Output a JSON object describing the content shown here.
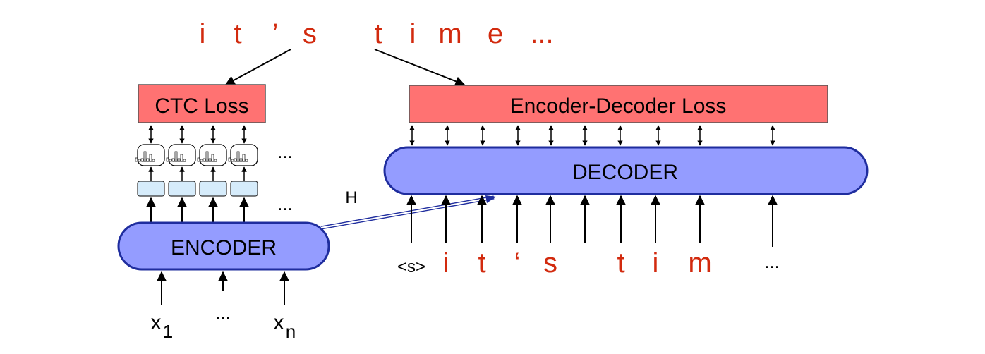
{
  "output_sequence": {
    "chars": [
      "i",
      "t",
      "’",
      "s",
      "t",
      "i",
      "m",
      "e",
      "..."
    ]
  },
  "ctc_loss": {
    "label": "CTC Loss"
  },
  "encoder_decoder_loss": {
    "label": "Encoder-Decoder Loss"
  },
  "encoder": {
    "label": "ENCODER"
  },
  "decoder": {
    "label": "DECODER"
  },
  "hidden_label": "H",
  "ctc_ellipsis_top": "...",
  "ctc_ellipsis_bottom": "...",
  "encoder_inputs": {
    "first": {
      "base": "x",
      "sub": "1"
    },
    "middle": "...",
    "last": {
      "base": "x",
      "sub": "n"
    }
  },
  "decoder_inputs": {
    "start_token": "<s>",
    "chars": [
      "i",
      "t",
      "‘",
      "s",
      "t",
      "i",
      "m"
    ],
    "ellipsis": "..."
  },
  "colors": {
    "loss_fill": "#ff7272",
    "loss_stroke": "#555555",
    "block_fill": "#949cff",
    "block_stroke": "#1f2d9e",
    "cell_fill": "#d6ecfb",
    "token_red": "#d22a0e"
  }
}
